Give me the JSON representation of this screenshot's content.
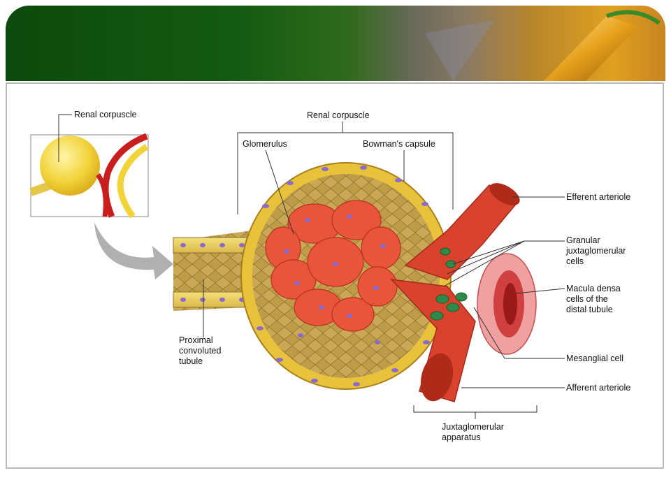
{
  "labels": {
    "inset_renal_corpuscle": "Renal corpuscle",
    "renal_corpuscle": "Renal corpuscle",
    "glomerulus": "Glomerulus",
    "bowmans_capsule": "Bowman's capsule",
    "efferent_arteriole": "Efferent arteriole",
    "granular_cells": "Granular\njuxtaglomerular\ncells",
    "macula_densa": "Macula densa\ncells of the\ndistal tubule",
    "mesanglial_cell": "Mesanglial cell",
    "afferent_arteriole": "Afferent arteriole",
    "pct": "Proximal\nconvoluted\ntubule",
    "jga": "Juxtaglomerular\napparatus"
  },
  "colors": {
    "banner_green": "#0d4a0d",
    "capsule_yellow": "#e8c23a",
    "vessel_red": "#d9432e",
    "cell_purple": "#8a6ad0",
    "granular_green": "#2f8a4a"
  },
  "icons": [
    "pen-nib-icon",
    "curved-arrow-icon"
  ]
}
